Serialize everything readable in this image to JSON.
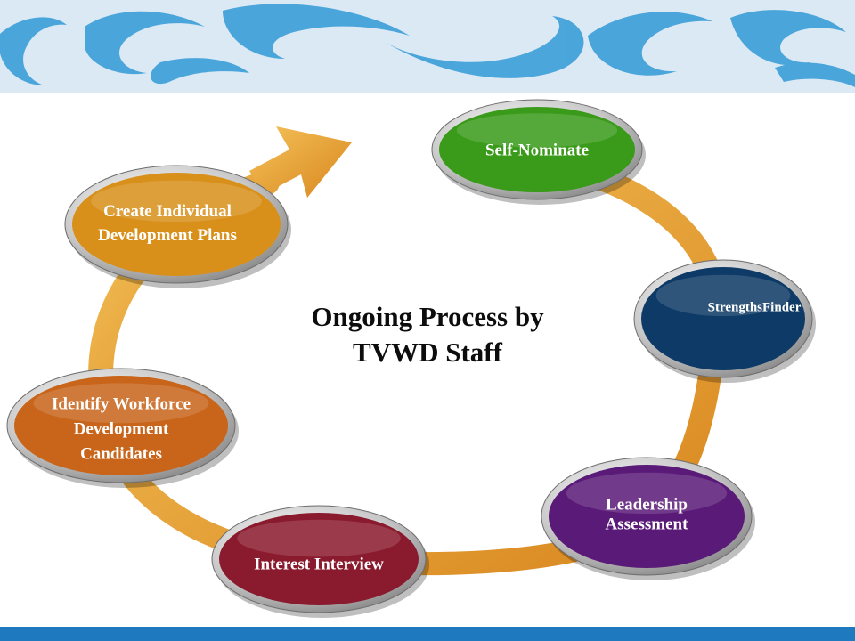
{
  "title": {
    "line1": "Ongoing Process by",
    "line2": "TVWD Staff"
  },
  "steps": [
    {
      "id": "self-nominate",
      "lines": [
        "Self-Nominate"
      ],
      "color": "#3a9a1a",
      "text_color": "#ffffff"
    },
    {
      "id": "strengthsfinder",
      "lines": [
        "StrengthsFinder"
      ],
      "color": "#0d3a66",
      "text_color": "#ffffff"
    },
    {
      "id": "leadership-assessment",
      "lines": [
        "Leadership",
        "Assessment"
      ],
      "color": "#5a1a78",
      "text_color": "#ffffff"
    },
    {
      "id": "interest-interview",
      "lines": [
        "Interest Interview"
      ],
      "color": "#8a1a2e",
      "text_color": "#ffffff"
    },
    {
      "id": "identify-workforce",
      "lines": [
        "Identify Workforce",
        "Development",
        "Candidates"
      ],
      "color": "#c8651a",
      "text_color": "#ffffff"
    },
    {
      "id": "create-idp",
      "lines": [
        "Create Individual",
        "Development Plans"
      ],
      "color": "#d8901a",
      "text_color": "#ffffff"
    }
  ],
  "colors": {
    "ring": "#e8a23a",
    "banner_bg": "#dbe9f5",
    "wave": "#3b9ed8",
    "footer": "#1f79bf"
  }
}
